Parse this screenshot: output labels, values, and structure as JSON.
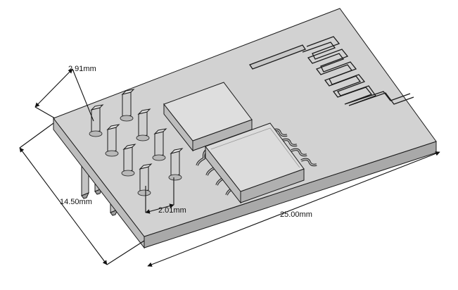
{
  "colors": {
    "board_top": "#d2d2d2",
    "board_side": "#a9a9a9",
    "board_front": "#bdbdbd",
    "outline": "#1a1a1a",
    "chip_top": "#dedede",
    "chip_side": "#b4b4b4",
    "dimension_line": "#111111",
    "background": "#ffffff"
  },
  "dimensions": {
    "pin_pitch_depth": "2.91mm",
    "board_width": "14.50mm",
    "pin_pitch_row": "2.01mm",
    "board_length": "25.00mm"
  },
  "components": {
    "antenna": "meander-trace-antenna",
    "shield_chip": "square-ic-package",
    "flash_chip": "soic-8-package",
    "header_pins": 8
  }
}
